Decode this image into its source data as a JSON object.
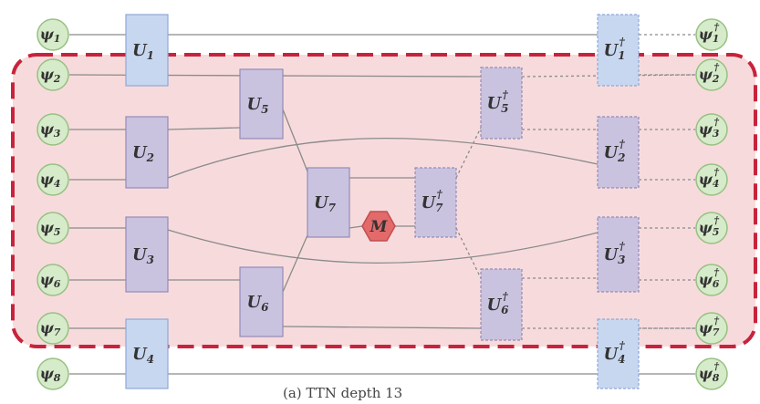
{
  "inputs": [
    "ψ1",
    "ψ2",
    "ψ3",
    "ψ4",
    "ψ5",
    "ψ6",
    "ψ7",
    "ψ8"
  ],
  "outputs": [
    "ψ1",
    "ψ2",
    "ψ3",
    "ψ4",
    "ψ5",
    "ψ6",
    "ψ7",
    "ψ8"
  ],
  "gates": [
    {
      "id": "U1",
      "base": "U",
      "sub": "1",
      "dagger": false,
      "kind": "blue"
    },
    {
      "id": "U2",
      "base": "U",
      "sub": "2",
      "dagger": false,
      "kind": "purple"
    },
    {
      "id": "U3",
      "base": "U",
      "sub": "3",
      "dagger": false,
      "kind": "purple"
    },
    {
      "id": "U4",
      "base": "U",
      "sub": "4",
      "dagger": false,
      "kind": "blue"
    },
    {
      "id": "U5",
      "base": "U",
      "sub": "5",
      "dagger": false,
      "kind": "purple"
    },
    {
      "id": "U6",
      "base": "U",
      "sub": "6",
      "dagger": false,
      "kind": "purple"
    },
    {
      "id": "U7",
      "base": "U",
      "sub": "7",
      "dagger": false,
      "kind": "purple"
    },
    {
      "id": "U7d",
      "base": "U",
      "sub": "7",
      "dagger": true,
      "kind": "purple-dashed"
    },
    {
      "id": "U5d",
      "base": "U",
      "sub": "5",
      "dagger": true,
      "kind": "purple-dashed"
    },
    {
      "id": "U6d",
      "base": "U",
      "sub": "6",
      "dagger": true,
      "kind": "purple-dashed"
    },
    {
      "id": "U1d",
      "base": "U",
      "sub": "1",
      "dagger": true,
      "kind": "blue-dashed"
    },
    {
      "id": "U2d",
      "base": "U",
      "sub": "2",
      "dagger": true,
      "kind": "purple-dashed"
    },
    {
      "id": "U3d",
      "base": "U",
      "sub": "3",
      "dagger": true,
      "kind": "purple-dashed"
    },
    {
      "id": "U4d",
      "base": "U",
      "sub": "4",
      "dagger": true,
      "kind": "blue-dashed"
    }
  ],
  "measurement": "M",
  "dagger_symbol": "†",
  "caption": "(a) TTN depth 13",
  "colors": {
    "qubit_fill": "#d6ebc9",
    "qubit_stroke": "#97c083",
    "blue_gate": "#c8d7f0",
    "blue_gate_stroke": "#8ea8d6",
    "purple_gate": "#c9c3e0",
    "purple_gate_stroke": "#958ab8",
    "measure_fill": "#e26a6a",
    "highlight_fill": "#f7dbdc",
    "highlight_stroke": "#c8233c",
    "wire": "#8a8a8a"
  }
}
